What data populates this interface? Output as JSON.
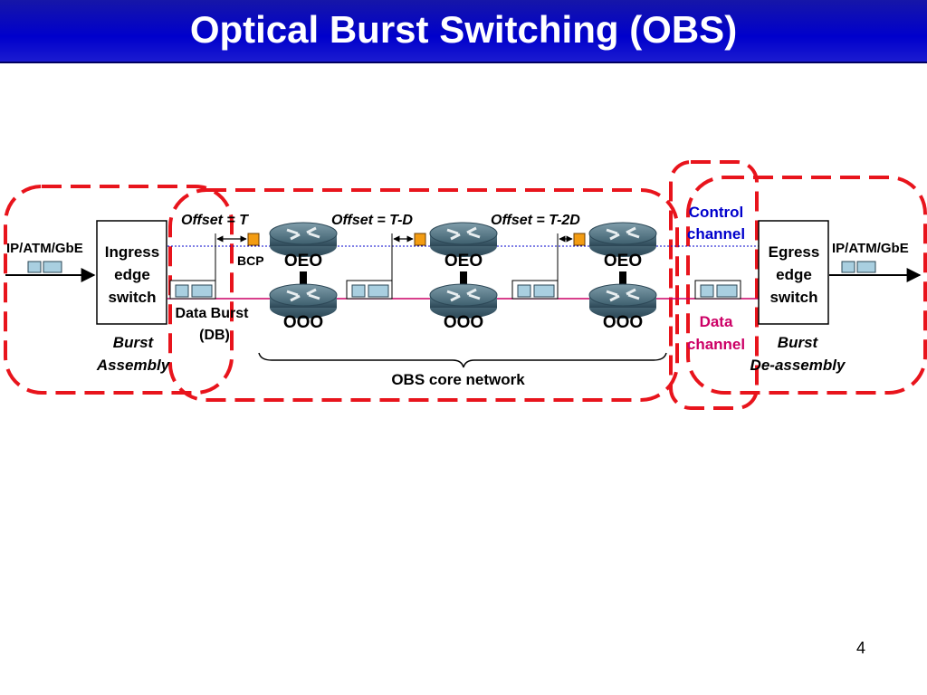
{
  "slide": {
    "title": "Optical Burst Switching (OBS)",
    "page_number": "4"
  },
  "diagram": {
    "input_label": "IP/ATM/GbE",
    "output_label": "IP/ATM/GbE",
    "ingress_switch": [
      "Ingress",
      "edge",
      "switch"
    ],
    "egress_switch": [
      "Egress",
      "edge",
      "switch"
    ],
    "burst_assembly": [
      "Burst",
      "Assembly"
    ],
    "burst_deassembly": [
      "Burst",
      "De-assembly"
    ],
    "data_burst": [
      "Data Burst",
      "(DB)"
    ],
    "bcp": "BCP",
    "offsets": [
      "Offset = T",
      "Offset = T-D",
      "Offset = T-2D"
    ],
    "core_nodes": [
      {
        "top": "OEO",
        "bottom": "OOO"
      },
      {
        "top": "OEO",
        "bottom": "OOO"
      },
      {
        "top": "OEO",
        "bottom": "OOO"
      }
    ],
    "control_channel": [
      "Control",
      "channel"
    ],
    "data_channel": [
      "Data",
      "channel"
    ],
    "core_network_label": "OBS core network",
    "colors": {
      "title_bar": "#0000cc",
      "dashed_outline": "#e8141c",
      "control_channel": "#0000cc",
      "data_channel": "#cc0066",
      "bcp_packet": "#f39c12",
      "router": "#4a6d7c"
    }
  }
}
